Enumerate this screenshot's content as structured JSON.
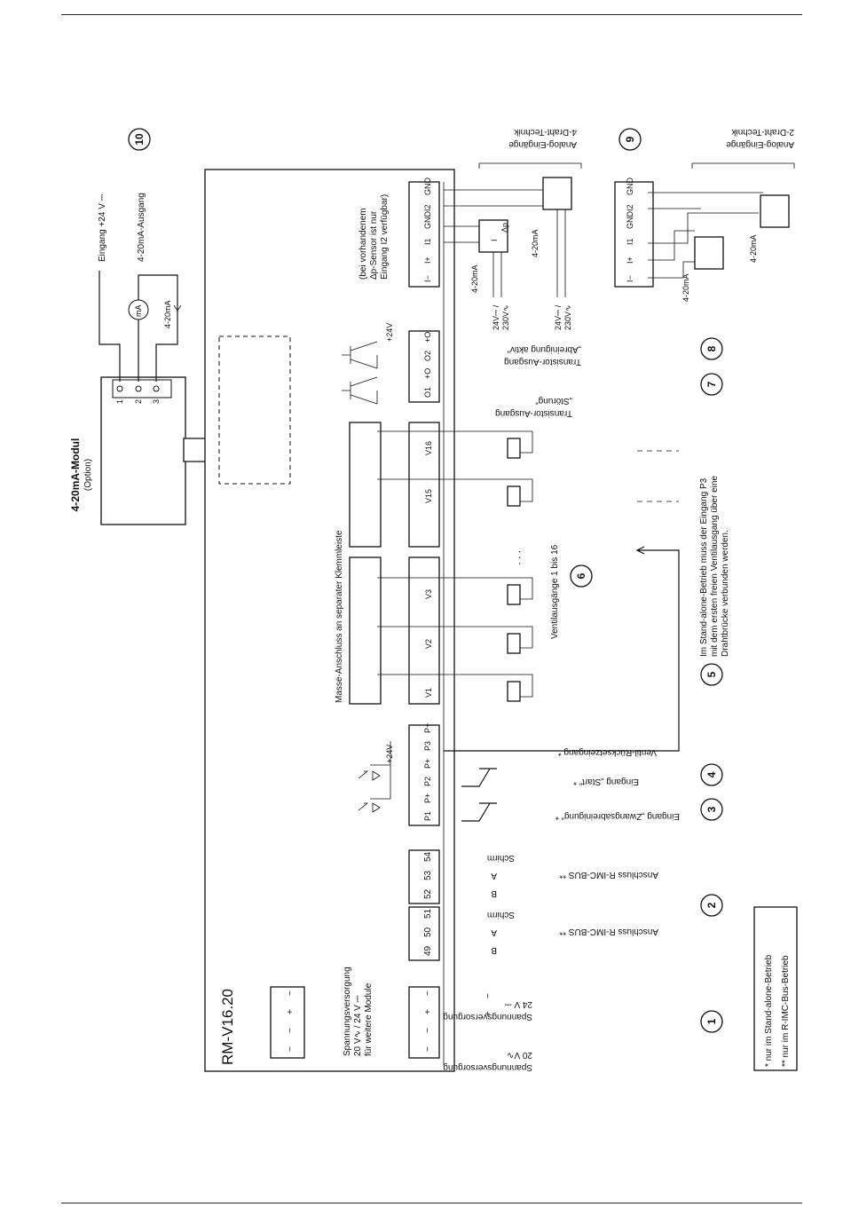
{
  "module": {
    "title": "4-20mA-Modul",
    "subtitle": "(Option)",
    "pins": [
      "1",
      "2",
      "3"
    ],
    "meter": "mA",
    "loop": "4-20mA",
    "in_label": "Eingang +24 V ⎓",
    "out_label": "4-20mA-Ausgang",
    "callout": "10"
  },
  "device": {
    "name": "RM-V16.20",
    "fw_block": {
      "terms": [
        "~",
        "~",
        "+",
        "−"
      ],
      "lines": [
        "Spannungsversorgung",
        "20 V∿ / 24 V ⎓",
        "für weitere Module"
      ]
    }
  },
  "power": {
    "terms": [
      "~",
      "~",
      "+",
      "−"
    ],
    "ac_lines": [
      "Spannungsversorgung",
      "20 V∿"
    ],
    "dc_lines": [
      "Spannungsversorgung",
      "24 V ⎓"
    ],
    "dc_plus": "+",
    "dc_minus": "−",
    "callout": "1"
  },
  "bus1": {
    "terms": [
      "49",
      "50",
      "51"
    ],
    "wires": [
      "B",
      "A",
      "Schirm"
    ],
    "label": "Anschluss R-IMC-BUS **"
  },
  "bus2": {
    "terms": [
      "52",
      "53",
      "54"
    ],
    "wires": [
      "B",
      "A",
      "Schirm"
    ],
    "label": "Anschluss R-IMC-BUS **",
    "callout": "2"
  },
  "inputs": {
    "terms": [
      "P1",
      "P+",
      "P2",
      "P+",
      "P3",
      "P+"
    ],
    "v24": "+24V",
    "p1_label": "Eingang „Zwangsabreinigung“ *",
    "p2_label": "Eingang „Start“ *",
    "p3_label": "Ventil-Rücksetzeingang *",
    "callouts": [
      "3",
      "4",
      "5"
    ]
  },
  "valves": {
    "ground_rail": "Masse-Anschluss an separater Klemmleiste",
    "terms": [
      "V1",
      "V2",
      "V3",
      "V15",
      "V16"
    ],
    "dots": ". . .",
    "label": "Ventilausgänge 1 bis 16",
    "callout": "6",
    "note": [
      "Im Stand-alone-Betrieb muss der Eingang P3",
      "mit dem ersten freien Ventilausgang über eine",
      "Drahtbrücke verbunden werden."
    ]
  },
  "transistors": {
    "terms": [
      "O1",
      "+O",
      "O2",
      "+O"
    ],
    "v24": "+24V",
    "o1_label": [
      "Transistor-Ausgang",
      "„Störung“"
    ],
    "o2_label": [
      "Transistor-Ausgang",
      "„Abreinigung aktiv“"
    ],
    "callouts": [
      "7",
      "8"
    ]
  },
  "analog": {
    "terms": [
      "I−",
      "I+",
      "I1",
      "GND",
      "I2",
      "GND"
    ],
    "sensor_note": [
      "(bei vorhandenem",
      "Δp-Sensor ist nur",
      "Eingang I2 verfügbar)"
    ],
    "transmitter": [
      "I",
      "Δp"
    ],
    "loop": "4-20mA",
    "supply": [
      "24V⎓ /",
      "230V∿"
    ],
    "four_wire": [
      "Analog-Eingänge",
      "4-Draht-Technik"
    ],
    "two_wire": [
      "Analog-Eingänge",
      "2-Draht-Technik"
    ],
    "callout": "9"
  },
  "legend": {
    "star1": "*   nur im Stand-alone-Betrieb",
    "star2": "**  nur im R-IMC-Bus-Betrieb"
  }
}
